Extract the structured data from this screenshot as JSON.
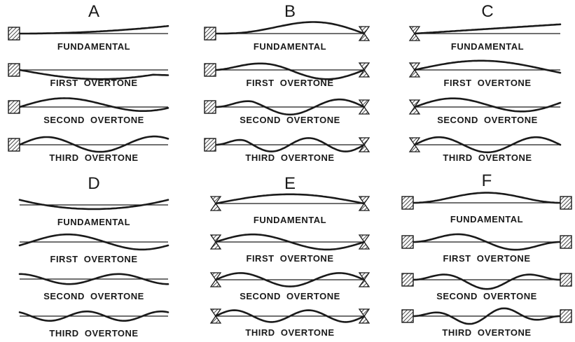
{
  "panels": [
    {
      "letter": "A",
      "ends": [
        "fixed",
        "free"
      ],
      "modes": [
        {
          "label": "FUNDAMENTAL"
        },
        {
          "label": "FIRST  OVERTONE"
        },
        {
          "label": "SECOND  OVERTONE"
        },
        {
          "label": "THIRD  OVERTONE"
        }
      ]
    },
    {
      "letter": "B",
      "ends": [
        "fixed",
        "pinned"
      ],
      "modes": [
        {
          "label": "FUNDAMENTAL"
        },
        {
          "label": "FIRST  OVERTONE"
        },
        {
          "label": "SECOND  OVERTONE"
        },
        {
          "label": "THIRD  OVERTONE"
        }
      ]
    },
    {
      "letter": "C",
      "ends": [
        "pinned",
        "free"
      ],
      "modes": [
        {
          "label": "FUNDAMENTAL"
        },
        {
          "label": "FIRST  OVERTONE"
        },
        {
          "label": "SECOND  OVERTONE"
        },
        {
          "label": "THIRD  OVERTONE"
        }
      ]
    },
    {
      "letter": "D",
      "ends": [
        "free",
        "free"
      ],
      "modes": [
        {
          "label": "FUNDAMENTAL"
        },
        {
          "label": "FIRST  OVERTONE"
        },
        {
          "label": "SECOND  OVERTONE"
        },
        {
          "label": "THIRD  OVERTONE"
        }
      ]
    },
    {
      "letter": "E",
      "ends": [
        "pinned",
        "pinned"
      ],
      "modes": [
        {
          "label": "FUNDAMENTAL"
        },
        {
          "label": "FIRST  OVERTONE"
        },
        {
          "label": "SECOND  OVERTONE"
        },
        {
          "label": "THIRD  OVERTONE"
        }
      ]
    },
    {
      "letter": "F",
      "ends": [
        "fixed",
        "fixed"
      ],
      "modes": [
        {
          "label": "FUNDAMENTAL"
        },
        {
          "label": "FIRST  OVERTONE"
        },
        {
          "label": "SECOND  OVERTONE"
        },
        {
          "label": "THIRD  OVERTONE"
        }
      ]
    }
  ]
}
